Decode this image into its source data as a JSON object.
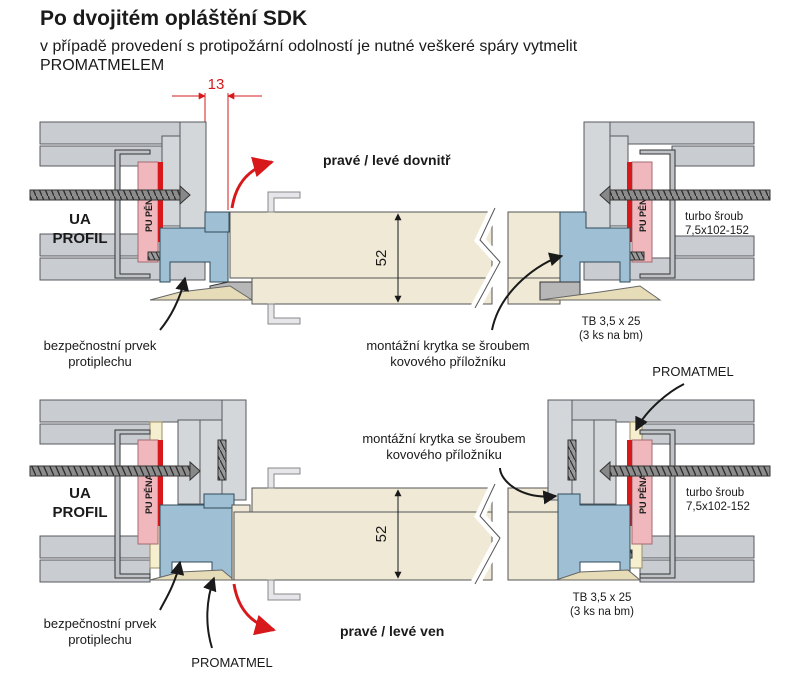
{
  "title": "Po dvojitém opláštění SDK",
  "subtitle_line1": "v případě provedení s protipožární odolností je nutné veškeré spáry vytmelit",
  "subtitle_line2": "PROMATMELEM",
  "dimension_13": "13",
  "top": {
    "opening_label": "pravé / levé dovnitř",
    "ua_line1": "UA",
    "ua_line2": "PROFIL",
    "pu_left": "PU PĚNA",
    "pu_right": "PU PĚNA",
    "thickness": "52",
    "turbo_line1": "turbo šroub",
    "turbo_line2": "7,5x102-152",
    "safety_line1": "bezpečnostní prvek",
    "safety_line2": "protiplechu",
    "cover_line1": "montážní krytka se šroubem",
    "cover_line2": "kovového příložníku",
    "tb_line1": "TB 3,5 x 25",
    "tb_line2": "(3 ks na bm)"
  },
  "bottom": {
    "opening_label": "pravé / levé ven",
    "ua_line1": "UA",
    "ua_line2": "PROFIL",
    "pu_left": "PU PĚNA",
    "pu_right": "PU PĚNA",
    "thickness": "52",
    "turbo_line1": "turbo šroub",
    "turbo_line2": "7,5x102-152",
    "safety_line1": "bezpečnostní prvek",
    "safety_line2": "protiplechu",
    "cover_line1": "montážní krytka se šroubem",
    "cover_line2": "kovového příložníku",
    "tb_line1": "TB 3,5 x 25",
    "tb_line2": "(3 ks na bm)",
    "promatmel_top": "PROMATMEL",
    "promatmel_bottom": "PROMATMEL"
  },
  "colors": {
    "board": "#c9ccd0",
    "board_stroke": "#555a60",
    "door_leaf": "#efe9d6",
    "frame_metal": "#9fc0d4",
    "foam": "#f0b8bc",
    "seal_red": "#d7191c",
    "promatmel": "#f5eecf",
    "accent_red": "#d7191c"
  }
}
